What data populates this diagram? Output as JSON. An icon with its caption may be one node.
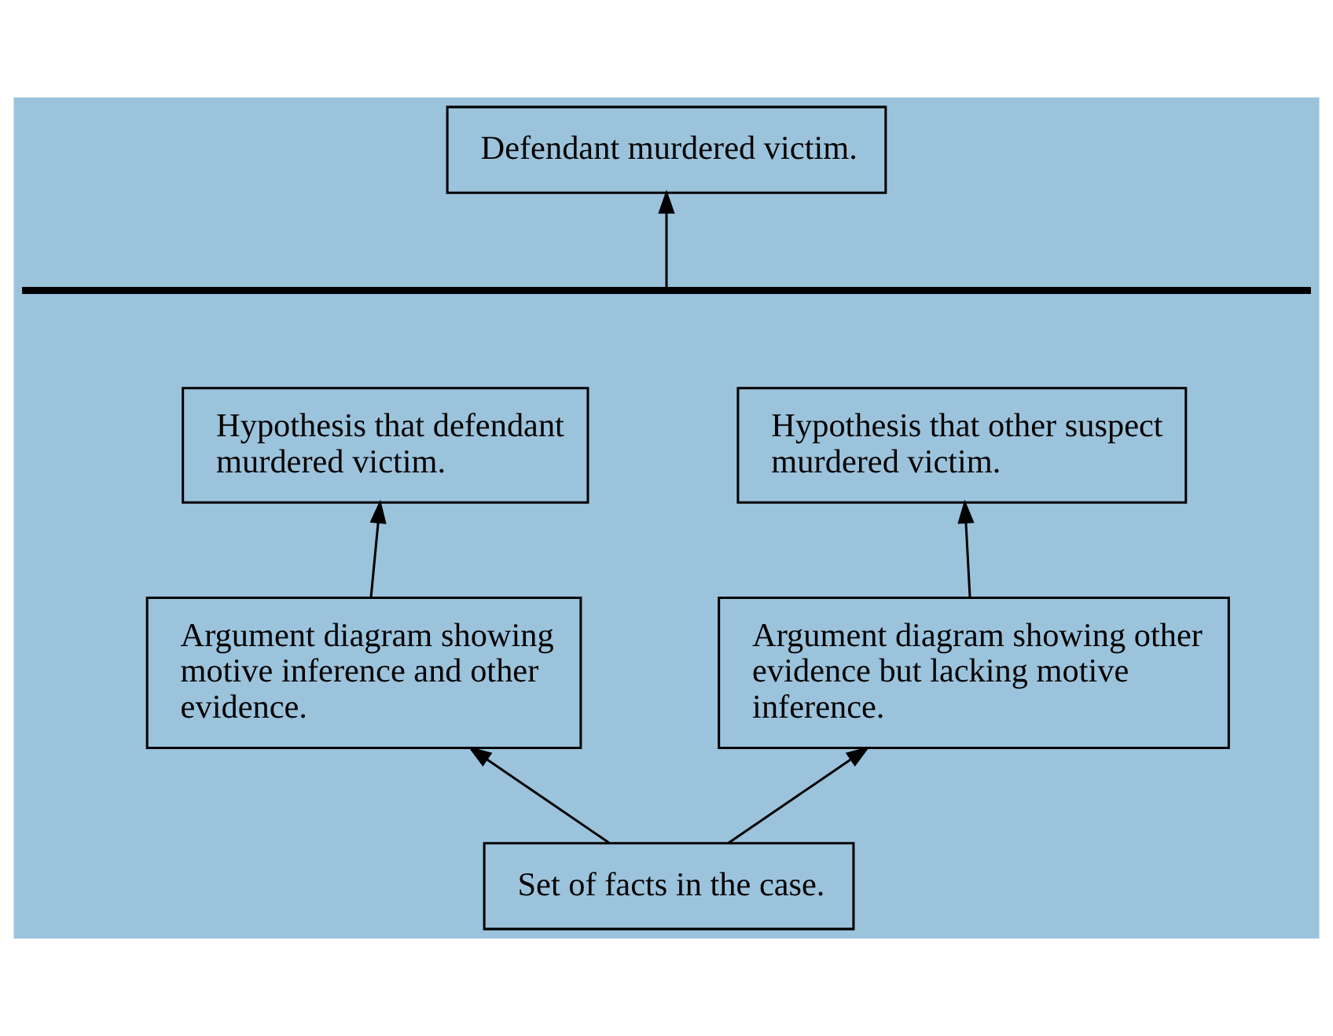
{
  "diagram": {
    "nodes": [
      {
        "text": [
          "Defendant murdered victim."
        ]
      },
      {
        "text": [],
        "shape": "bar"
      },
      {
        "text": [
          "Hypothesis that defendant murdered victim."
        ]
      },
      {
        "text": [
          "Hypothesis that other suspect murdered victim."
        ]
      },
      {
        "text": [
          "Argument diagram showing motive inference and other evidence."
        ]
      },
      {
        "text": [
          "Argument diagram showing other evidence but lacking motive inference."
        ]
      },
      {
        "text": [
          "Set of facts in the case."
        ]
      }
    ],
    "edges": [
      {
        "from": 1,
        "to": 0,
        "arrow": "to"
      },
      {
        "from": 4,
        "to": 2,
        "arrow": "to"
      },
      {
        "from": 5,
        "to": 3,
        "arrow": "to"
      },
      {
        "from": 6,
        "to": 4,
        "arrow": "to"
      },
      {
        "from": 6,
        "to": 5,
        "arrow": "to"
      }
    ]
  }
}
